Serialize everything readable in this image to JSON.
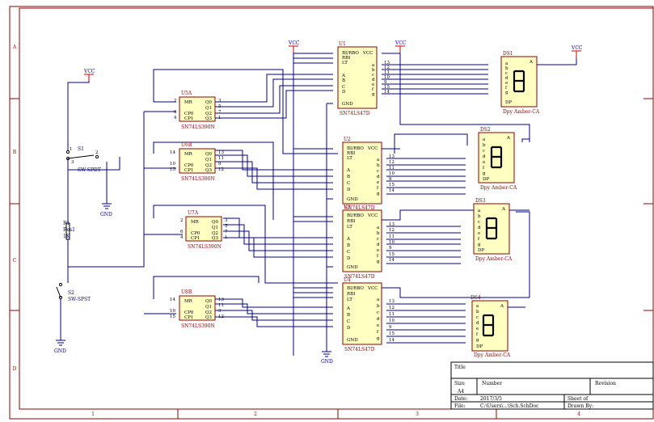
{
  "power": {
    "vcc": "VCC",
    "gnd": "GND"
  },
  "frame": {
    "rows": [
      "A",
      "B",
      "C",
      "D"
    ],
    "cols": [
      "1",
      "2",
      "3",
      "4"
    ]
  },
  "counters": [
    {
      "designator": "U5A",
      "part": "SN74LS390N",
      "pins": [
        "MR",
        "Q0",
        "Q1",
        "CP0",
        "Q2",
        "CP1",
        "Q3"
      ],
      "pin_numbers": [
        "2",
        "3",
        "5",
        "6",
        "7",
        "4",
        "1"
      ]
    },
    {
      "designator": "U6B",
      "part": "SN74LS390N",
      "pins": [
        "MR",
        "Q0",
        "Q1",
        "CP0",
        "Q2",
        "CP1",
        "Q3"
      ],
      "pin_numbers": [
        "14",
        "13",
        "11",
        "10",
        "9",
        "15",
        "12"
      ]
    },
    {
      "designator": "U7A",
      "part": "SN74LS390N",
      "pins": [
        "MR",
        "Q0",
        "Q1",
        "CP0",
        "Q2",
        "CP1",
        "Q3"
      ],
      "pin_numbers": [
        "2",
        "3",
        "5",
        "6",
        "7",
        "4",
        "1"
      ]
    },
    {
      "designator": "U8B",
      "part": "SN74LS390N",
      "pins": [
        "MR",
        "Q0",
        "Q1",
        "CP0",
        "Q2",
        "CP1",
        "Q3"
      ],
      "pin_numbers": [
        "14",
        "13",
        "11",
        "10",
        "9",
        "15",
        "12"
      ]
    }
  ],
  "decoders": [
    {
      "designator": "U1",
      "part": "SN74LS47D",
      "pins_left": [
        "BI/RBO",
        "RBI",
        "LT",
        "A",
        "B",
        "C",
        "D",
        "GND"
      ],
      "pin_vcc": "VCC",
      "pins_right": [
        "a",
        "b",
        "c",
        "d",
        "e",
        "f",
        "g"
      ],
      "right_numbers": [
        "13",
        "12",
        "11",
        "10",
        "9",
        "15",
        "14"
      ]
    },
    {
      "designator": "U2",
      "part": "SN74LS47D",
      "pins_left": [
        "BI/RBO",
        "RBI",
        "LT",
        "A",
        "B",
        "C",
        "D",
        "GND"
      ],
      "pin_vcc": "VCC",
      "pins_right": [
        "a",
        "b",
        "c",
        "d",
        "e",
        "f",
        "g"
      ],
      "right_numbers": [
        "13",
        "12",
        "11",
        "10",
        "9",
        "15",
        "14"
      ]
    },
    {
      "designator": "U3",
      "part": "SN74LS47D",
      "pins_left": [
        "BI/RBO",
        "RBI",
        "LT",
        "A",
        "B",
        "C",
        "D",
        "GND"
      ],
      "pin_vcc": "VCC",
      "pins_right": [
        "a",
        "b",
        "c",
        "d",
        "e",
        "f",
        "g"
      ],
      "right_numbers": [
        "13",
        "12",
        "11",
        "10",
        "9",
        "15",
        "14"
      ]
    },
    {
      "designator": "U4",
      "part": "SN74LS47D",
      "pins_left": [
        "BI/RBO",
        "RBI",
        "LT",
        "A",
        "B",
        "C",
        "D",
        "GND"
      ],
      "pin_vcc": "VCC",
      "pins_right": [
        "a",
        "b",
        "c",
        "d",
        "e",
        "f",
        "g"
      ],
      "right_numbers": [
        "13",
        "12",
        "11",
        "10",
        "9",
        "15",
        "14"
      ]
    }
  ],
  "displays": [
    {
      "designator": "DS1",
      "part": "Dpy Amber-CA",
      "pins": [
        "a",
        "b",
        "c",
        "d",
        "e",
        "f",
        "g",
        "DP"
      ],
      "common": "A"
    },
    {
      "designator": "DS2",
      "part": "Dpy Amber-CA",
      "pins": [
        "a",
        "b",
        "c",
        "d",
        "e",
        "f",
        "g",
        "DP"
      ],
      "common": "A"
    },
    {
      "designator": "DS3",
      "part": "Dpy Amber-CA",
      "pins": [
        "a",
        "b",
        "c",
        "d",
        "e",
        "f",
        "g",
        "DP"
      ],
      "common": "A"
    },
    {
      "designator": "DS4",
      "part": "Dpy Amber-CA",
      "pins": [
        "a",
        "b",
        "c",
        "d",
        "e",
        "f",
        "g",
        "DP"
      ],
      "common": "A"
    }
  ],
  "switch_s1": {
    "designator": "S1",
    "part": "SW-SPDT",
    "pins": [
      "1",
      "2",
      "3"
    ]
  },
  "resistor_r1": {
    "designator": "R1",
    "part": "Res1",
    "value": "1K"
  },
  "switch_s2": {
    "designator": "S2",
    "part": "SW-SPST"
  },
  "title_block": {
    "title_label": "Title",
    "size_label": "Size",
    "size_value": "A4",
    "number_label": "Number",
    "revision_label": "Revision",
    "date_label": "Date:",
    "date_value": "2017/3/5",
    "sheet_label": "Sheet    of",
    "file_label": "File:",
    "file_value": "C:\\Users\\...\\Sch.SchDoc",
    "drawn_label": "Drawn By:"
  },
  "colors": {
    "wire": "#00008b",
    "part_fill": "#ffffc2",
    "part_border": "#8b0000",
    "power": "#cc0000"
  }
}
